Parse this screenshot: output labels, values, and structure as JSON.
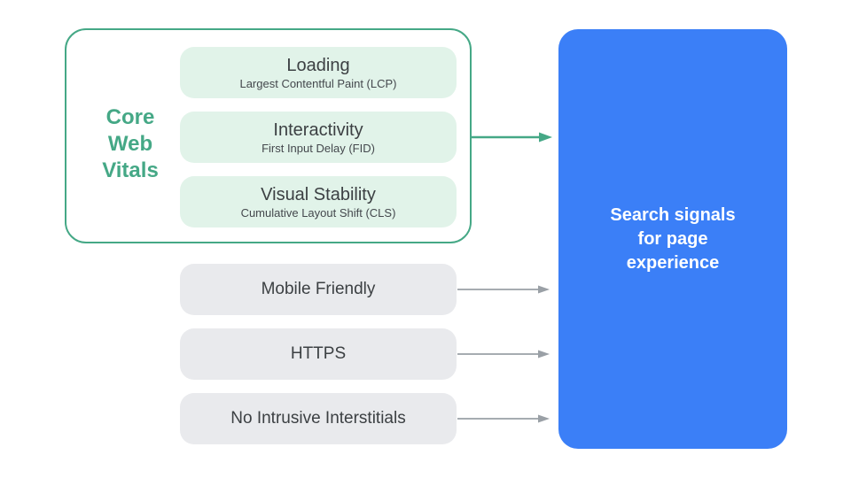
{
  "colors": {
    "green_accent": "#45a886",
    "green_fill": "#e1f3e9",
    "gray_fill": "#e9eaed",
    "gray_arrow": "#9aa0a6",
    "blue_panel": "#3b7ff7",
    "text_dark": "#3c4043",
    "text_white": "#ffffff"
  },
  "core_web_vitals": {
    "label_lines": [
      "Core",
      "Web",
      "Vitals"
    ],
    "items": [
      {
        "title": "Loading",
        "subtitle": "Largest Contentful Paint (LCP)"
      },
      {
        "title": "Interactivity",
        "subtitle": "First Input Delay (FID)"
      },
      {
        "title": "Visual Stability",
        "subtitle": "Cumulative Layout Shift (CLS)"
      }
    ]
  },
  "other_signals": [
    "Mobile Friendly",
    "HTTPS",
    "No Intrusive Interstitials"
  ],
  "result_panel": {
    "lines": [
      "Search signals",
      "for page",
      "experience"
    ]
  }
}
